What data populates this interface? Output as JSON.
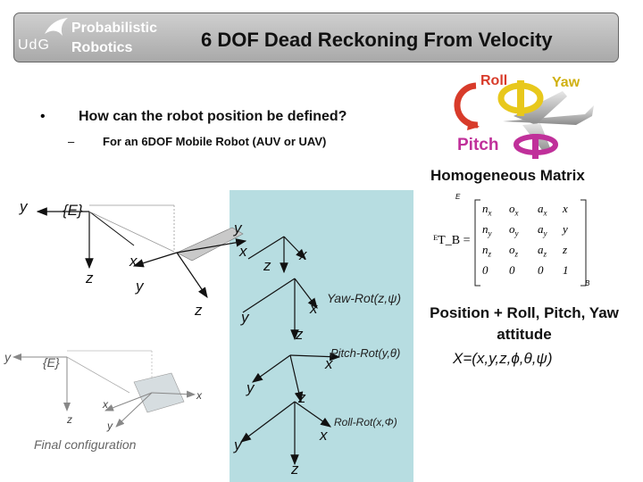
{
  "header": {
    "logo_line1": "Probabilistic",
    "logo_line2": "Robotics",
    "logo_mark": "UdG",
    "title": "6 DOF Dead Reckoning From Velocity"
  },
  "bullets": {
    "main": "How can the robot position be defined?",
    "sub": "For an 6DOF Mobile Robot (AUV or UAV)"
  },
  "figure": {
    "labels": {
      "roll": "Roll",
      "yaw": "Yaw",
      "pitch": "Pitch"
    },
    "homogeneous_title": "Homogeneous Matrix",
    "matrix": {
      "lhs": "ᴱT_B =",
      "rows": [
        [
          "n",
          "o",
          "a",
          "x"
        ],
        [
          "n",
          "o",
          "a",
          "y"
        ],
        [
          "n",
          "o",
          "a",
          "z"
        ],
        [
          "0",
          "0",
          "0",
          "1"
        ]
      ],
      "subscripts": [
        "x",
        "y",
        "z"
      ],
      "corner_top": "E",
      "corner_bottom": "B"
    },
    "position_text": "Position + Roll, Pitch, Yaw attitude",
    "state_vector": "X=(x,y,z,ϕ,θ,ψ)",
    "frame_E": "{E}",
    "axes": {
      "y": "y",
      "x": "x",
      "z": "z"
    },
    "rotations": {
      "yaw": "Yaw-Rot(z,ψ)",
      "pitch": "Pitch-Rot(y,θ)",
      "roll": "Roll-Rot(x,Φ)"
    },
    "final_configuration": "Final configuration"
  },
  "colors": {
    "panel": "#b7dde1",
    "header_gradient_top": "#cfcfcf",
    "header_gradient_bottom": "#a9a9a9",
    "roll_red": "#d83b2a",
    "yaw_yellow": "#e8c81c",
    "pitch_magenta": "#c0309a"
  }
}
